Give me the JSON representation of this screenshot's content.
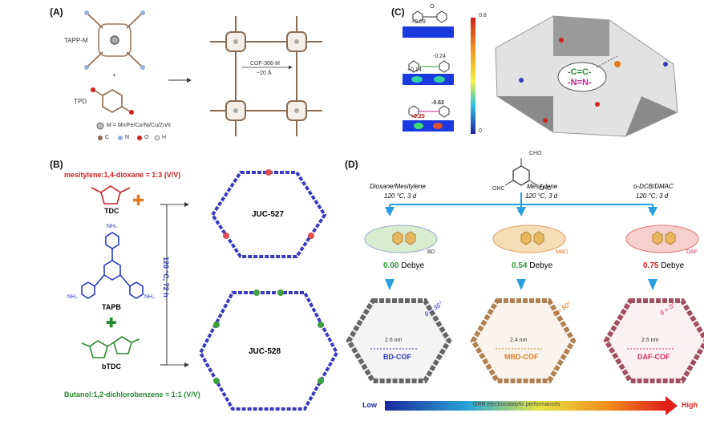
{
  "panelA": {
    "label": "(A)",
    "tapp": "TAPP-M",
    "plus": "+",
    "tpd": "TPD",
    "metals": "M = Mn/Fe/Co/Ni/Cu/Zn/Ir",
    "legend": [
      "C",
      "N",
      "O",
      "H"
    ],
    "cof_name": "COF-366-M",
    "distance": "~20 Å"
  },
  "panelB": {
    "label": "(B)",
    "solvent1": "mesitylene:1,4-dioxane = 1:3 (V/V)",
    "tdc": "TDC",
    "tapb": "TAPB",
    "btdc": "bTDC",
    "nh2": "NH₂",
    "solvent2": "Butanol:1,2-dichlorobenzene = 1:1 (V/V)",
    "conditions": "120 °C, 72 h",
    "cof1": "JUC-527",
    "cof2": "JUC-528"
  },
  "panelC": {
    "label": "(C)",
    "charges": [
      "+0.09",
      "-0.24",
      "+0.14",
      "-0.62",
      "+0.25"
    ],
    "o_label": "O",
    "scale_max": "0.8",
    "scale_min": "0",
    "link1": "-C=C-",
    "link2": "-N=N-"
  },
  "panelD": {
    "label": "(D)",
    "cho": "CHO",
    "ohc": "OHC",
    "cond_left": "Dioxane/Mesitylene",
    "cond_mid": "Mesitylene",
    "cond_right": "o-DCB/DMAC",
    "temp": "120 °C, 3 d",
    "mol": [
      "BD",
      "MBD",
      "DAF"
    ],
    "dipole": [
      "0.00",
      "0.54",
      "0.75"
    ],
    "debye": "Debye",
    "theta": [
      "θ = 36°",
      "θ = 80°",
      "θ = 0°"
    ],
    "pore": [
      "2.6 nm",
      "2.4 nm",
      "2.5 nm"
    ],
    "cof": [
      "BD-COF",
      "MBD-COF",
      "DAF-COF"
    ],
    "low": "Low",
    "high": "High",
    "bar_text": "ORR electrocatalytic performances"
  }
}
